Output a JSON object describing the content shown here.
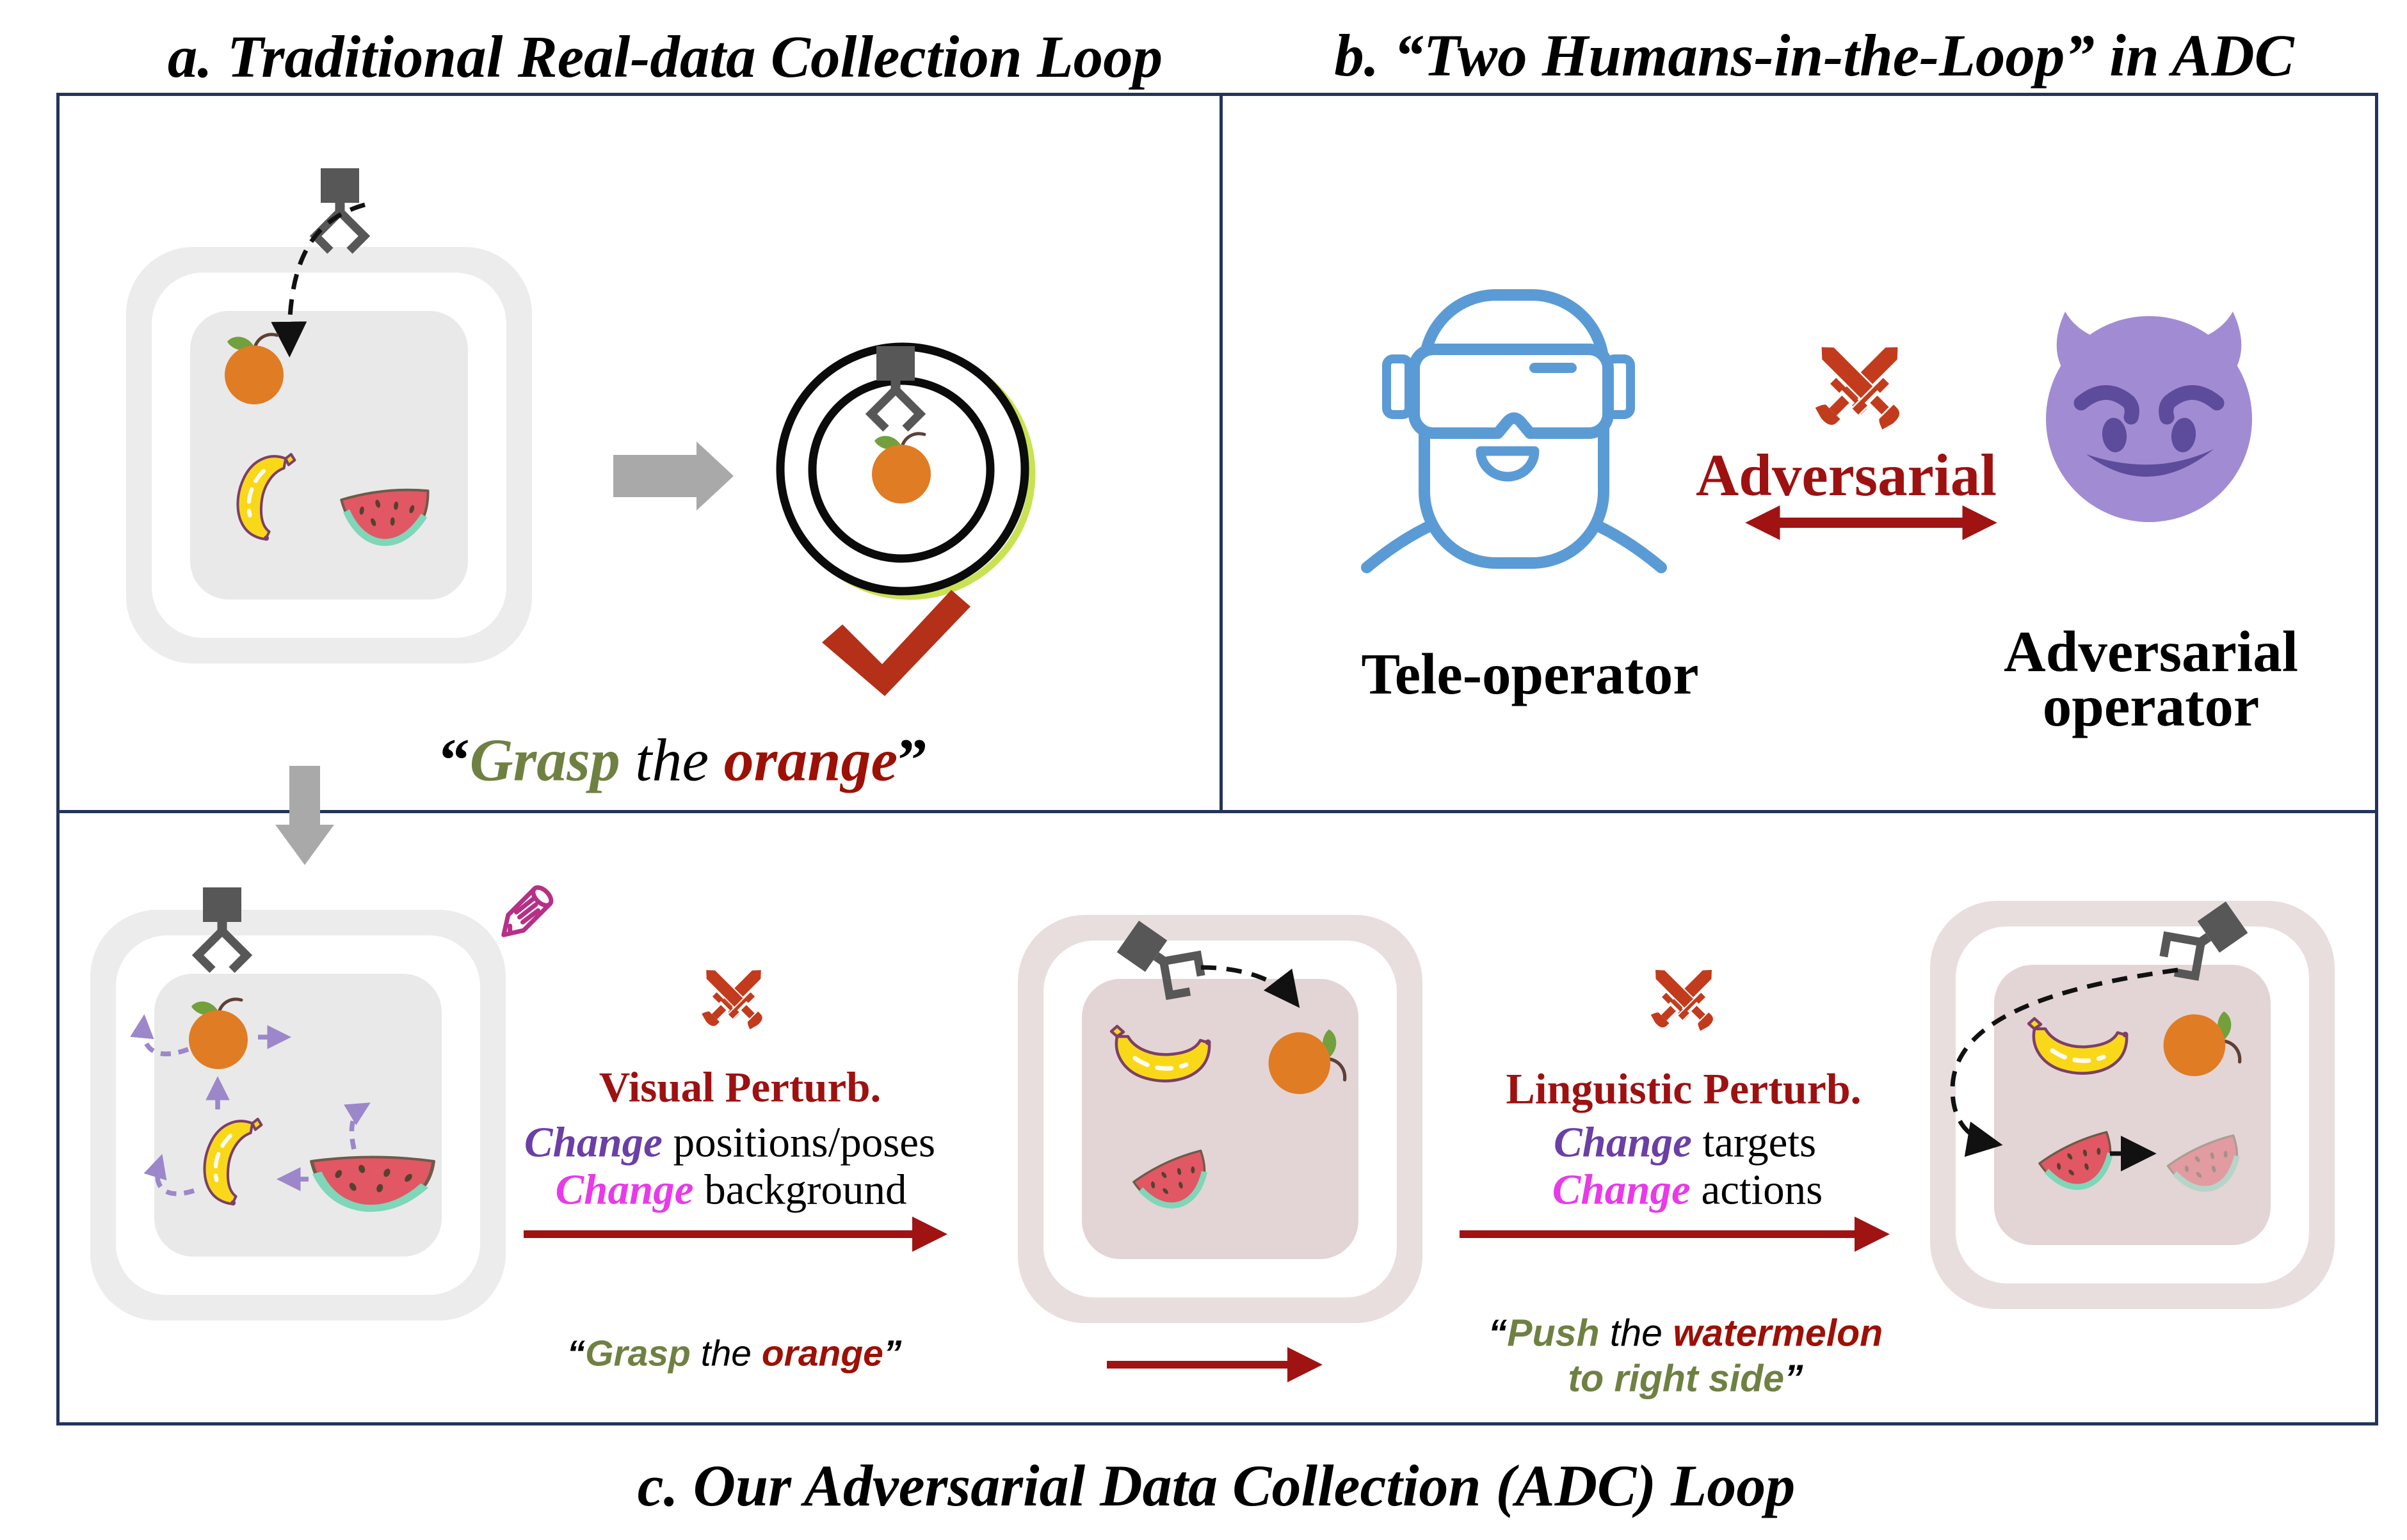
{
  "titles": {
    "a": "a. Traditional Real-data Collection Loop",
    "b": "b. “Two Humans-in-the-Loop” in ADC",
    "c": "c. Our Adversarial Data Collection (ADC) Loop"
  },
  "panel_a": {
    "instruction": {
      "open_quote": "“",
      "verb": "Grasp",
      "connector": " the ",
      "object": "orange",
      "close_quote": "”"
    }
  },
  "panel_b": {
    "conflict_label": "Adversarial",
    "teleoperator_label": "Tele-operator",
    "adversarial_operator_line1": "Adversarial",
    "adversarial_operator_line2": "operator"
  },
  "panel_c": {
    "visual_perturbation": {
      "heading": "Visual Perturb.",
      "row1_keyword": "Change",
      "row1_text": " positions/poses",
      "row2_keyword": "Change",
      "row2_text": " background"
    },
    "linguistic_perturbation": {
      "heading": "Linguistic Perturb.",
      "row1_keyword": "Change",
      "row1_text": " targets",
      "row2_keyword": "Change",
      "row2_text": " actions"
    },
    "instruction_before": {
      "open_quote": "“",
      "verb": "Grasp",
      "connector": " the ",
      "object": "orange",
      "close_quote": "”"
    },
    "instruction_after": {
      "open_quote": "“",
      "verb": "Push",
      "connector": " the ",
      "object": "watermelon",
      "line2": "to right side",
      "close_quote": "”"
    }
  },
  "icons": {
    "robot-gripper-icon": "robot claw gripper",
    "orange-icon": "orange fruit",
    "banana-icon": "banana fruit",
    "watermelon-icon": "watermelon slice",
    "crossed-swords-icon": "crossed swords (adversarial)",
    "pencil-icon": "edit pencil",
    "vr-teleoperator-icon": "person wearing VR headset",
    "devil-icon": "smiling face with horns emoji",
    "checkmark-icon": "success check mark",
    "target-rings-icon": "concentric grasp-success rings"
  },
  "colors": {
    "panel_border": "#24345A",
    "dark_red": "#9E1111",
    "brick_red": "#C23B1D",
    "olive_green": "#6F8142",
    "quote_red": "#9C1005",
    "keyword_purple": "#6B3FA5",
    "keyword_magenta": "#E83AE8",
    "vr_blue": "#5B9BD5",
    "devil_purple": "#A18CD3",
    "gray_arrow": "#A9A9A9",
    "tray_gray": "#ECECEC",
    "tray_pink": "#E8DEDE",
    "gripper_gray": "#575757",
    "dashed_purple": "#9B87C9",
    "ring_green": "#C9E254"
  }
}
